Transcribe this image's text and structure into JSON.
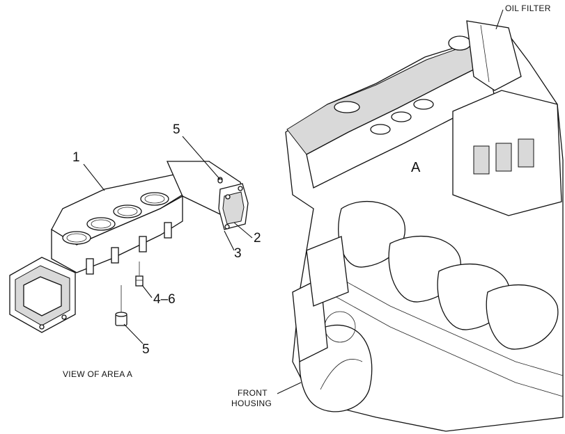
{
  "callouts": {
    "item_1": "1",
    "item_2": "2",
    "item_3": "3",
    "item_4_6": "4–6",
    "item_5_top": "5",
    "item_5_bottom": "5",
    "view_label": "A"
  },
  "captions": {
    "view_of_area": "VIEW OF AREA  A",
    "oil_filter": "OIL FILTER",
    "front_housing_line1": "FRONT",
    "front_housing_line2": "HOUSING"
  }
}
